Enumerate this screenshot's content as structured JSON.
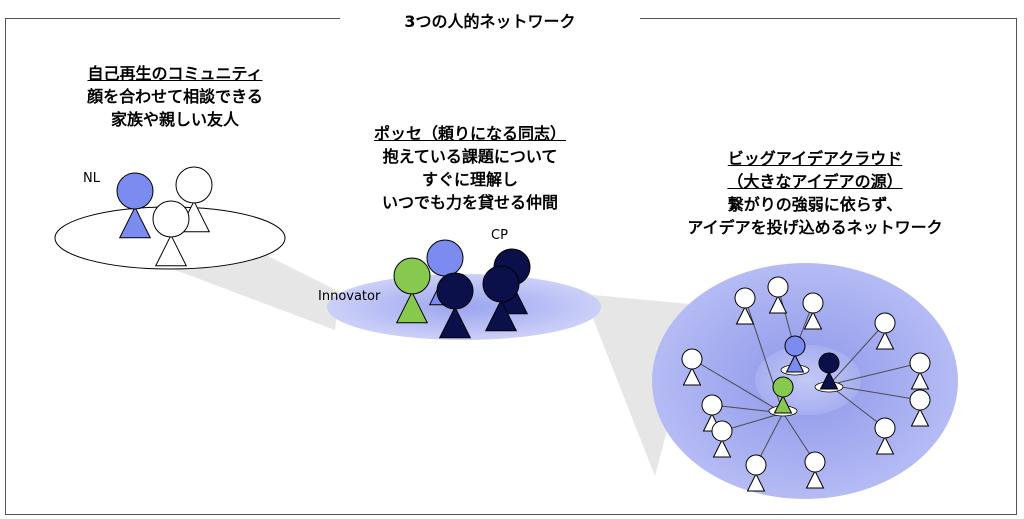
{
  "title": "3つの人的ネットワーク",
  "group1": {
    "heading": "自己再生のコミュニティ",
    "line1": "顔を合わせて相談できる",
    "line2": "家族や親しい友人",
    "person_label": "NL"
  },
  "group2": {
    "heading": "ポッセ（頼りになる同志）",
    "line1": "抱えている課題について",
    "line2": "すぐに理解し",
    "line3": "いつでも力を貸せる仲間",
    "label_innovator": "Innovator",
    "label_cp": "CP"
  },
  "group3": {
    "heading": "ビッグアイデアクラウド",
    "subheading": "（大きなアイデアの源）",
    "line1": "繋がりの強弱に依らず、",
    "line2": "アイデアを投げ込めるネットワーク"
  },
  "colors": {
    "nl_blue": "#7b8bef",
    "innovator_green": "#86c94e",
    "cp_navy": "#0b0f4a",
    "cloud_fill": "#b3b9f4",
    "posse_fill": "#c2c8f6",
    "beam": "#e4e4e4"
  }
}
